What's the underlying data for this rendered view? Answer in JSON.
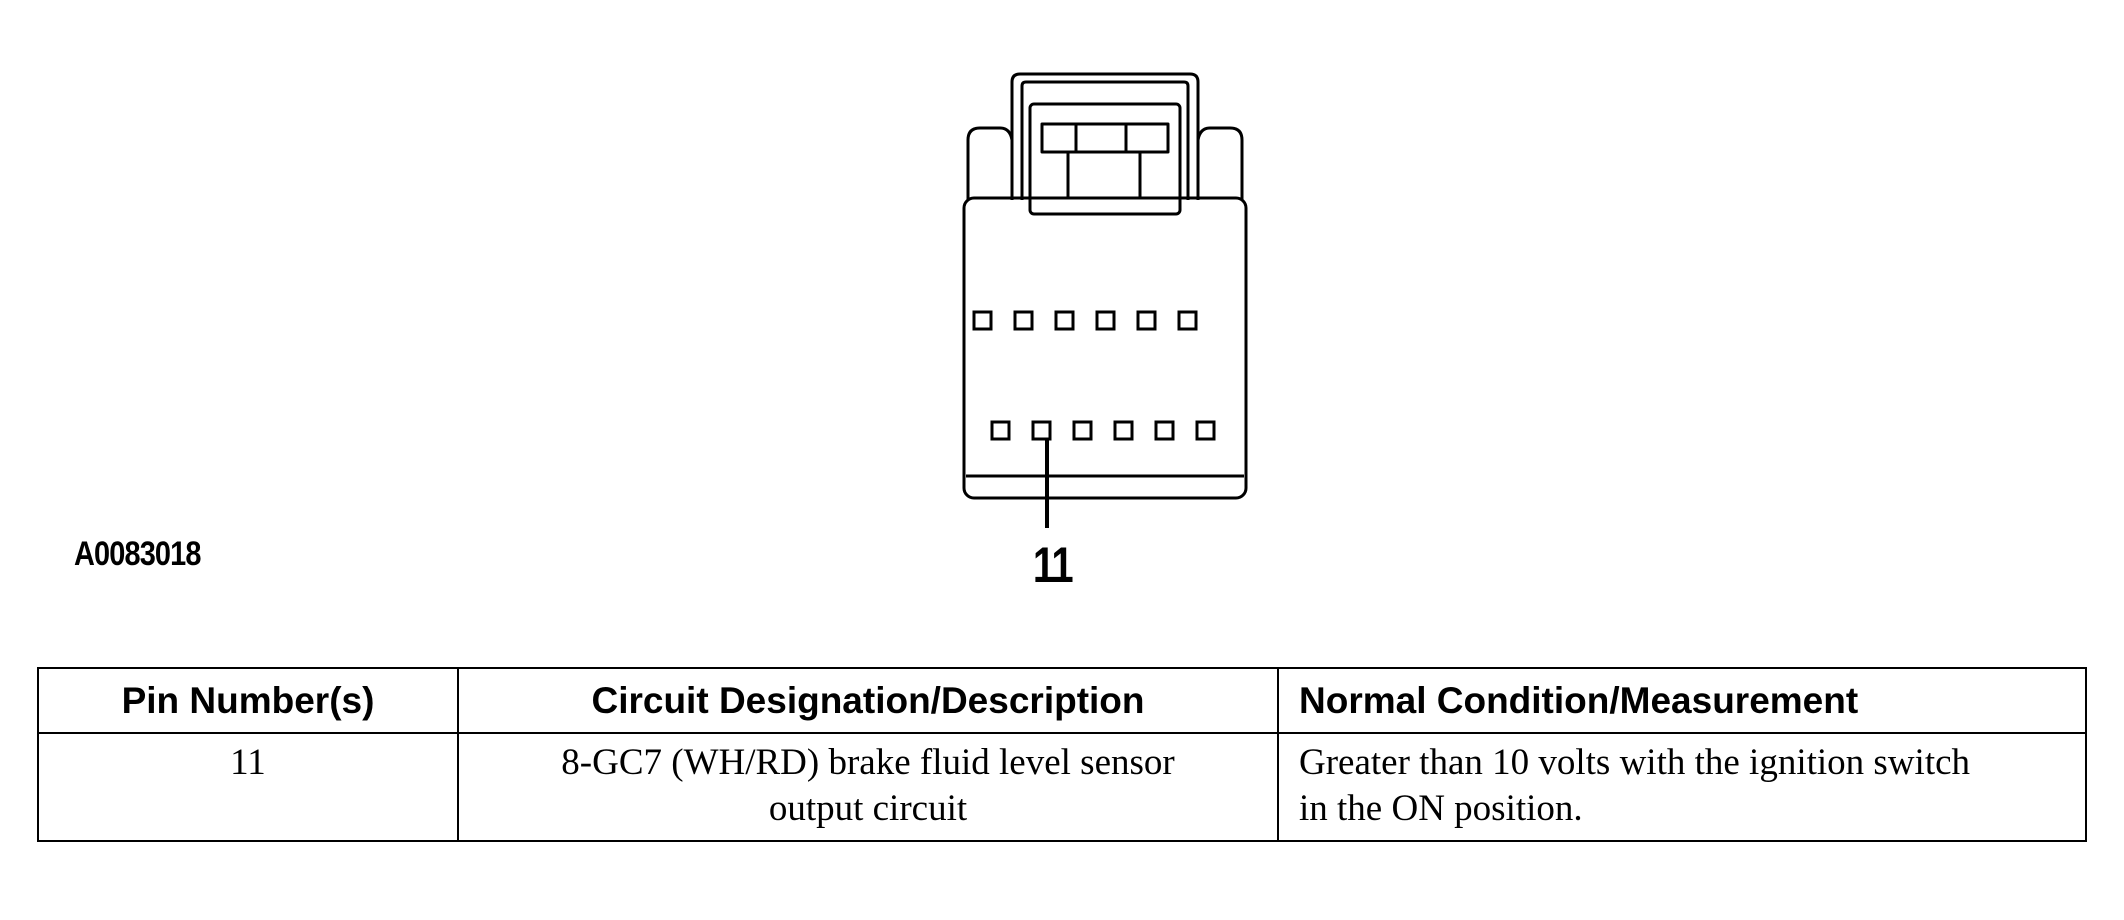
{
  "figure": {
    "id": "A0083018",
    "callout_pin": "11"
  },
  "connector": {
    "top_row_cavities": 6,
    "bottom_row_cavities": 6,
    "highlighted_cavity": {
      "row": "bottom",
      "index": 2
    }
  },
  "table": {
    "headers": {
      "pin": "Pin Number(s)",
      "circuit": "Circuit Designation/Description",
      "condition": "Normal Condition/Measurement"
    },
    "rows": [
      {
        "pin": "11",
        "circuit_line1": "8-GC7 (WH/RD) brake fluid level sensor",
        "circuit_line2": "output circuit",
        "condition_line1": "Greater than 10 volts with the ignition switch",
        "condition_line2": "in the ON position."
      }
    ]
  },
  "colors": {
    "line": "#000000",
    "background": "#ffffff"
  }
}
